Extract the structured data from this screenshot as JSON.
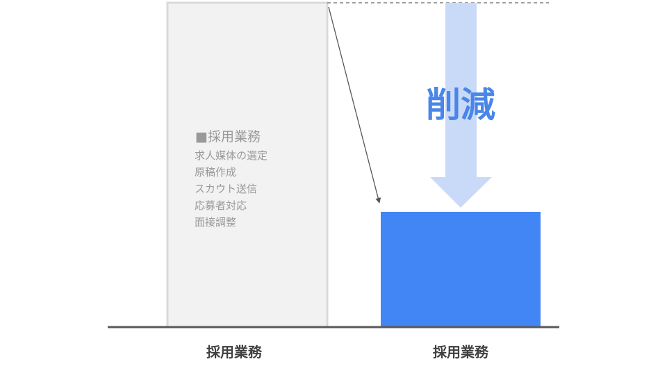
{
  "before": {
    "heading": "■採用業務",
    "items": [
      "求人媒体の選定",
      "原稿作成",
      "スカウト送信",
      "応募者対応",
      "面接調整"
    ],
    "label": "採用業務"
  },
  "after": {
    "label": "採用業務"
  },
  "reduction_label": "削減",
  "colors": {
    "before_fill": "#f2f2f2",
    "before_stroke": "#d9d9d9",
    "after_fill": "#4285f4",
    "arrow_fill": "#c9daf8",
    "reduction_text": "#4a86e8",
    "axis": "#595959",
    "list_text": "#999999",
    "label_text": "#404040"
  }
}
